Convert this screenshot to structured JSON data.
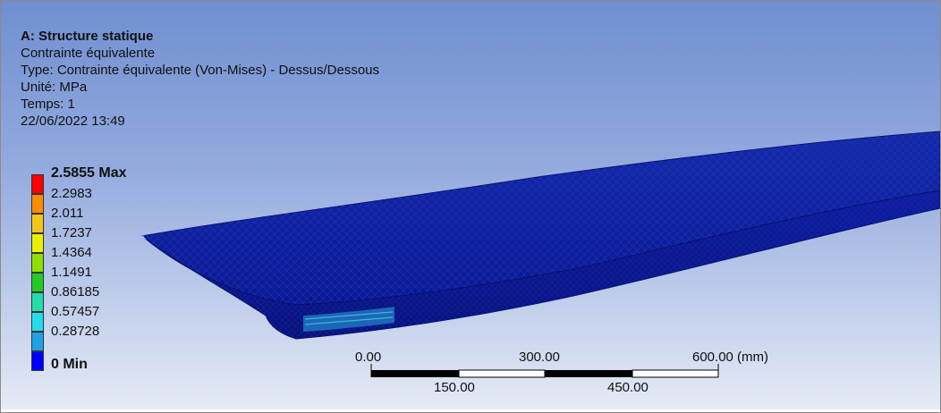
{
  "header": {
    "title": "A: Structure statique",
    "result_name": "Contrainte équivalente",
    "type_line": "Type: Contrainte équivalente (Von-Mises) - Dessus/Dessous",
    "unit_line": "Unité: MPa",
    "time_line": "Temps: 1",
    "date_line": "22/06/2022 13:49"
  },
  "legend": {
    "max_label": "2.5855 Max",
    "min_label": "0 Min",
    "levels": [
      "2.2983",
      "2.011",
      "1.7237",
      "1.4364",
      "1.1491",
      "0.86185",
      "0.57457",
      "0.28728"
    ],
    "colors": [
      "#ff0000",
      "#ff8c00",
      "#f5c518",
      "#e8f000",
      "#8fe000",
      "#22cc22",
      "#22ddaa",
      "#22ddee",
      "#1fa0e8",
      "#0000ff"
    ]
  },
  "scale": {
    "top_labels": [
      "0.00",
      "300.00",
      "600.00 (mm)"
    ],
    "bottom_labels": [
      "150.00",
      "450.00"
    ]
  },
  "model": {
    "fill_color": "#0c1a9a",
    "mesh_color": "#2a3bd0",
    "edge_highlight": "#41d0d0"
  }
}
